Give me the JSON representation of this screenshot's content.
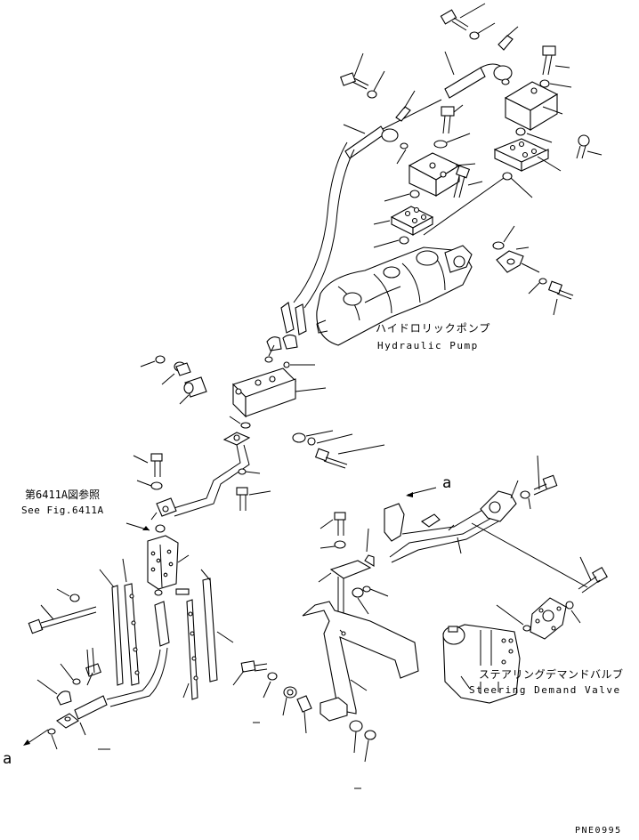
{
  "labels": {
    "hydraulic_pump_jp": "ハイドロリックポンプ",
    "hydraulic_pump_en": "Hydraulic Pump",
    "see_fig_jp": "第6411A図参照",
    "see_fig_en": "See Fig.6411A",
    "steering_valve_jp": "ステアリングデマンドバルブ",
    "steering_valve_en": "Steering Demand Valve",
    "ref_a_top": "a",
    "ref_a_bottom": "a",
    "drawing_code": "PNE0995"
  }
}
